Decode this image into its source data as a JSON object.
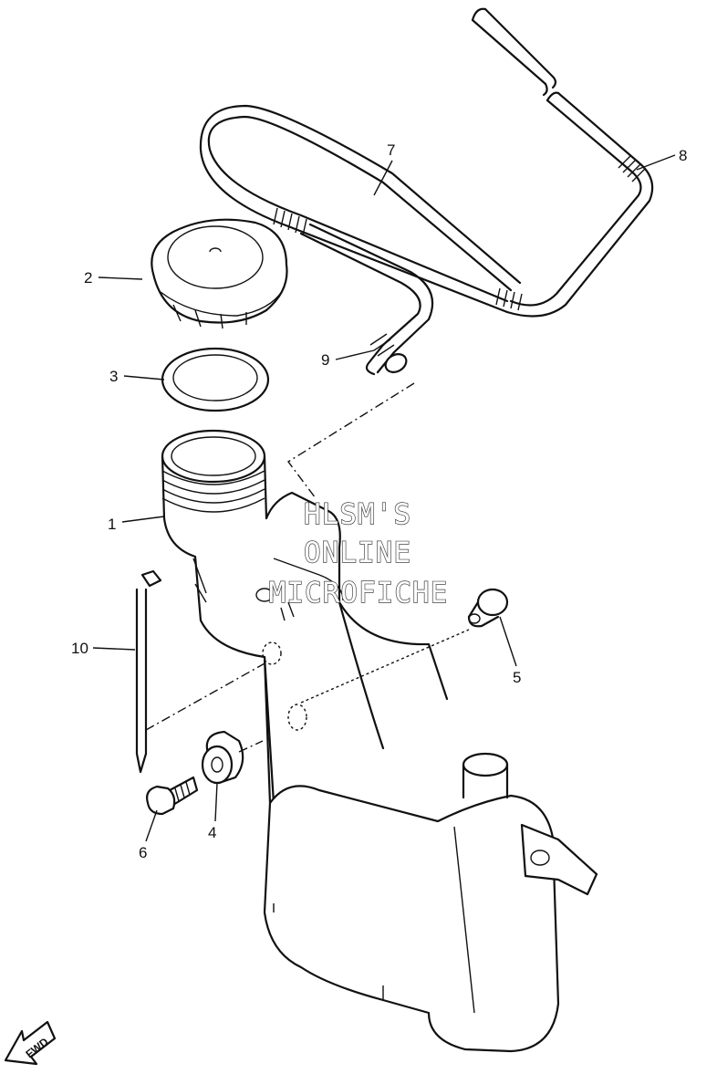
{
  "callouts": [
    {
      "id": "1",
      "label": "1"
    },
    {
      "id": "2",
      "label": "2"
    },
    {
      "id": "3",
      "label": "3"
    },
    {
      "id": "4",
      "label": "4"
    },
    {
      "id": "5",
      "label": "5"
    },
    {
      "id": "6",
      "label": "6"
    },
    {
      "id": "7",
      "label": "7"
    },
    {
      "id": "8",
      "label": "8"
    },
    {
      "id": "9",
      "label": "9"
    },
    {
      "id": "10",
      "label": "10"
    }
  ],
  "watermark": {
    "line1": "HLSM'S",
    "line2": "ONLINE",
    "line3": "MICROFICHE"
  },
  "badge": {
    "text": "FWD",
    "icon": "forward-arrow-icon"
  }
}
